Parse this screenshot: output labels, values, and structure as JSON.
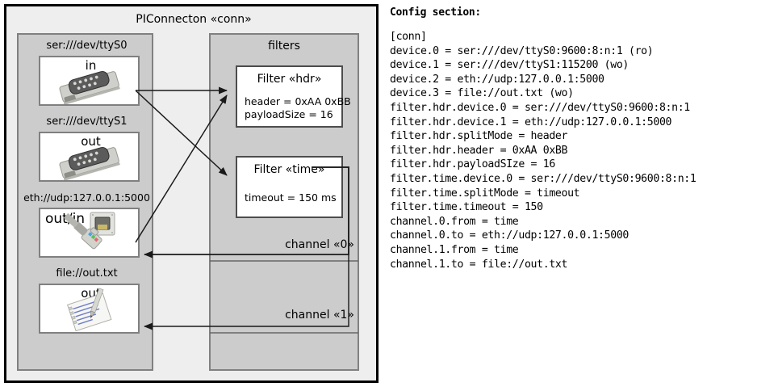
{
  "diagram": {
    "title": "PIConnecton «conn»",
    "devices_panel": {
      "name": "devices-panel",
      "items": [
        {
          "label": "ser:///dev/ttyS0",
          "direction": "in",
          "icon": "serial-port-icon"
        },
        {
          "label": "ser:///dev/ttyS1",
          "direction": "out",
          "icon": "serial-port-icon"
        },
        {
          "label": "eth://udp:127.0.0.1:5000",
          "direction": "out/in",
          "icon": "ethernet-jack-icon"
        },
        {
          "label": "file://out.txt",
          "direction": "out",
          "icon": "text-file-icon"
        }
      ]
    },
    "filters_panel": {
      "title": "filters",
      "filters": [
        {
          "title": "Filter «hdr»",
          "props": [
            "header = 0xAA 0xBB",
            "payloadSize = 16"
          ]
        },
        {
          "title": "Filter «time»",
          "props": [
            "timeout = 150 ms"
          ]
        }
      ],
      "channels": [
        {
          "label": "channel «0»"
        },
        {
          "label": "channel «1»"
        }
      ]
    }
  },
  "config": {
    "heading": "Config section:",
    "lines": [
      "[conn]",
      "device.0 = ser:///dev/ttyS0:9600:8:n:1 (ro)",
      "device.1 = ser:///dev/ttyS1:115200 (wo)",
      "device.2 = eth://udp:127.0.0.1:5000",
      "device.3 = file://out.txt (wo)",
      "filter.hdr.device.0 = ser:///dev/ttyS0:9600:8:n:1",
      "filter.hdr.device.1 = eth://udp:127.0.0.1:5000",
      "filter.hdr.splitMode = header",
      "filter.hdr.header = 0xAA 0xBB",
      "filter.hdr.payloadSIze = 16",
      "filter.time.device.0 = ser:///dev/ttyS0:9600:8:n:1",
      "filter.time.splitMode = timeout",
      "filter.time.timeout = 150",
      "channel.0.from = time",
      "channel.0.to = eth://udp:127.0.0.1:5000",
      "channel.1.from = time",
      "channel.1.to = file://out.txt"
    ]
  },
  "colors": {
    "page_bg": "#ffffff",
    "diagram_bg": "#eeeeee",
    "panel_bg": "#cccccc",
    "panel_border": "#808080",
    "box_bg": "#ffffff",
    "outline": "#000000"
  }
}
